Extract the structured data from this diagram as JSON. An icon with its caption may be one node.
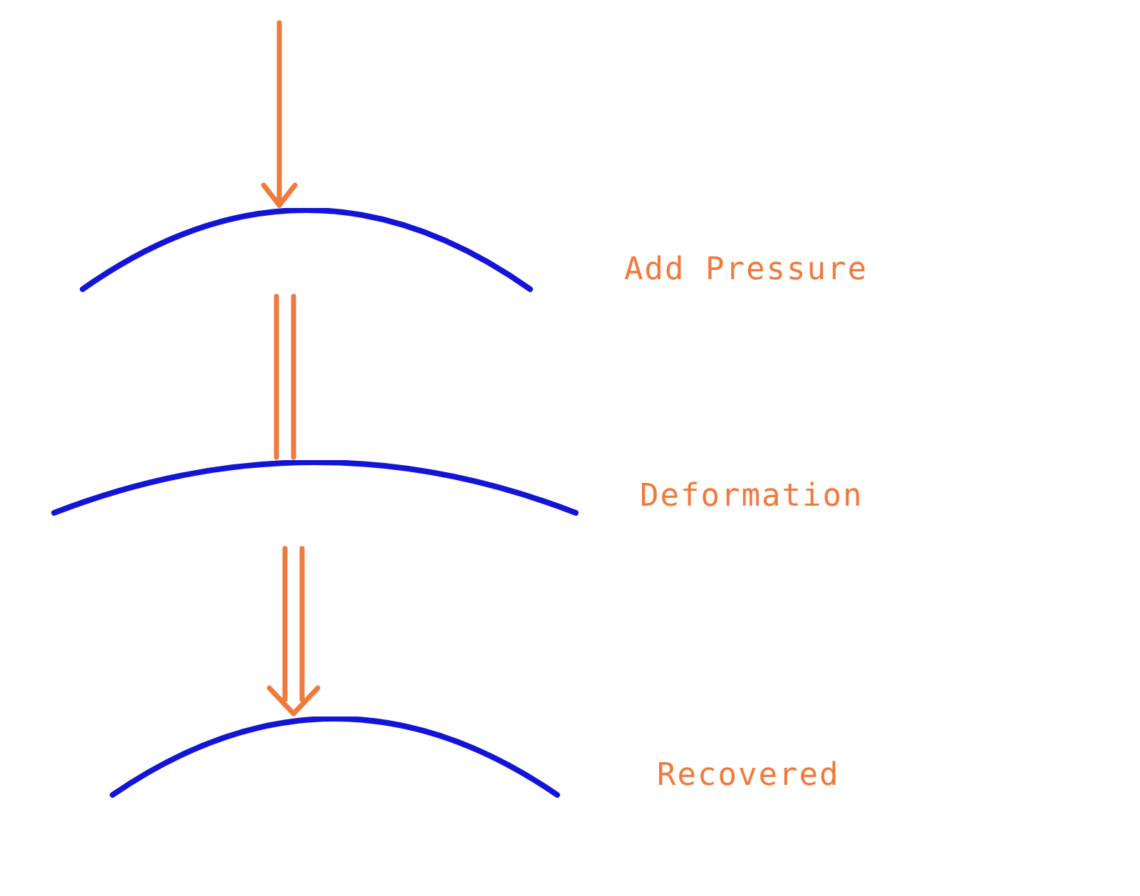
{
  "diagram": {
    "nodes": [
      {
        "text": [],
        "shape": "arc",
        "beside": [
          "Add Pressure"
        ]
      },
      {
        "text": [],
        "shape": "arc",
        "beside": [
          "Deformation"
        ]
      },
      {
        "text": [],
        "shape": "arc",
        "beside": [
          "Recovered"
        ]
      }
    ],
    "edges": [
      {
        "from": null,
        "to": 0,
        "arrow": "to"
      },
      {
        "from": 0,
        "to": 1,
        "arrow": "none"
      },
      {
        "from": 1,
        "to": 2,
        "arrow": "to"
      }
    ]
  }
}
